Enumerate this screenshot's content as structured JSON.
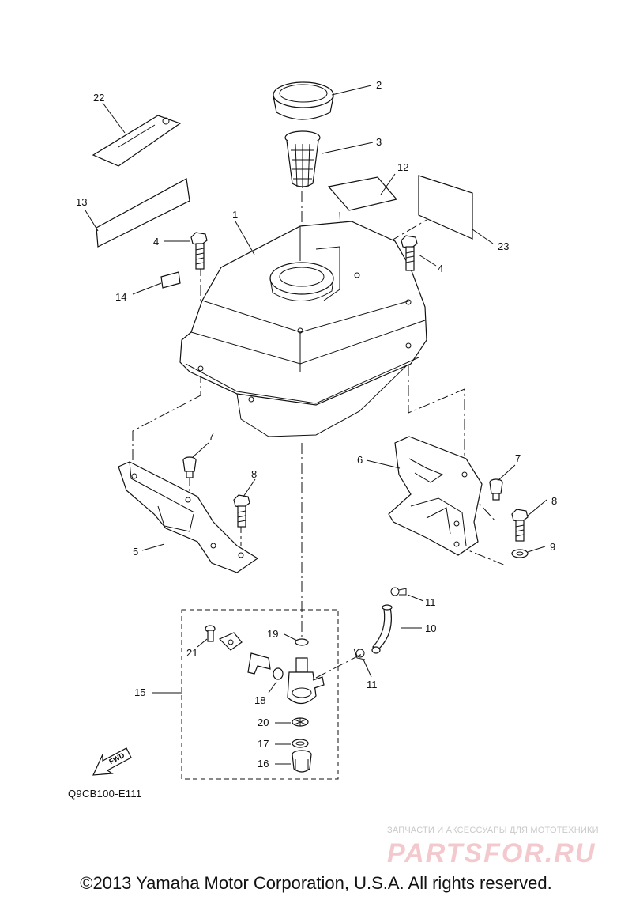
{
  "callouts": [
    "1",
    "2",
    "3",
    "4",
    "4",
    "5",
    "6",
    "7",
    "7",
    "8",
    "8",
    "9",
    "10",
    "11",
    "11",
    "12",
    "13",
    "14",
    "15",
    "16",
    "17",
    "18",
    "19",
    "20",
    "21",
    "22",
    "23"
  ],
  "fwd_label": "FWD",
  "reference_code": "Q9CB100-E111",
  "watermark": {
    "tagline": "ЗАПЧАСТИ И АКСЕССУАРЫ ДЛЯ МОТОТЕХНИКИ",
    "logo": "PARTSFOR.RU"
  },
  "copyright": "©2013 Yamaha Motor Corporation, U.S.A. All rights reserved."
}
